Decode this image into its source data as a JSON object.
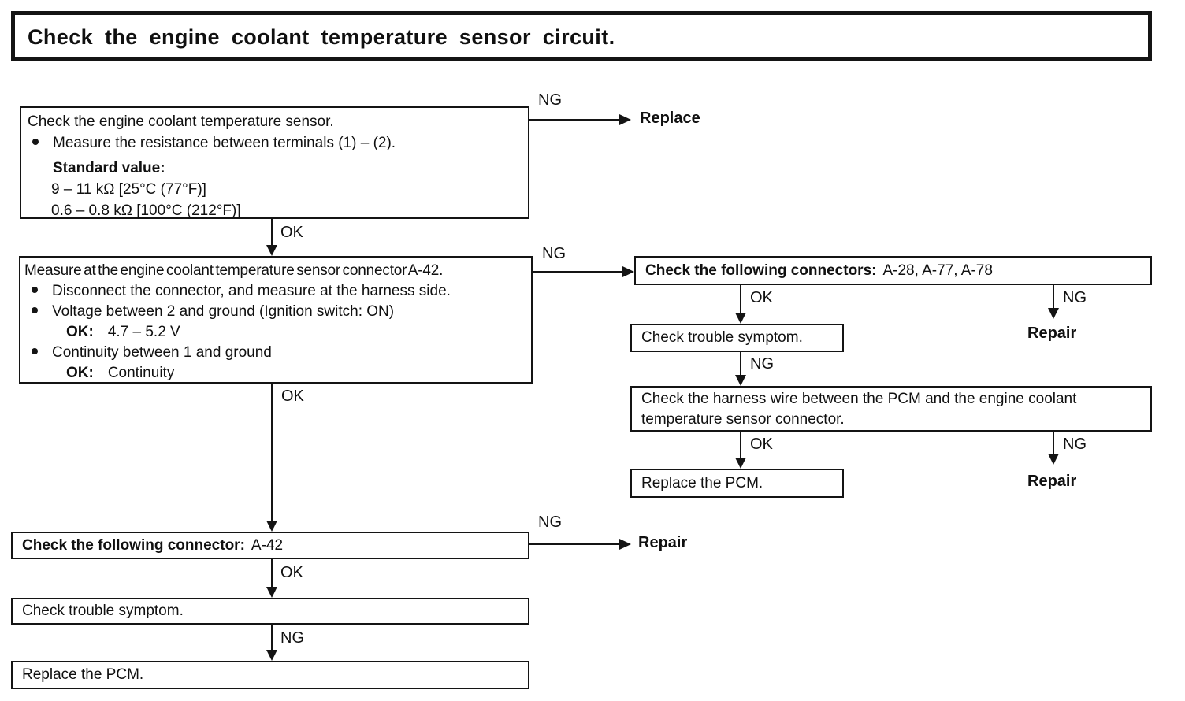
{
  "colors": {
    "ink": "#141414",
    "paper": "#ffffff"
  },
  "title": "Check the engine coolant temperature sensor circuit.",
  "labels": {
    "ok": "OK",
    "ng": "NG",
    "replace": "Replace",
    "repair": "Repair"
  },
  "boxes": {
    "check_sensor": {
      "line1": "Check the engine coolant temperature sensor.",
      "bullet1": "Measure the resistance between terminals (1) – (2).",
      "standard_label": "Standard value:",
      "value1": "9 – 11 kΩ [25°C (77°F)]",
      "value2": "0.6 – 0.8 kΩ [100°C (212°F)]"
    },
    "measure_connector": {
      "line1": "Measure at the engine coolant temperature sensor connector A-42.",
      "bullet1": "Disconnect the connector, and measure at the harness side.",
      "bullet2": "Voltage between 2 and ground (Ignition switch: ON)",
      "ok1_label": "OK:",
      "ok1_value": "4.7 – 5.2 V",
      "bullet3": "Continuity between 1 and ground",
      "ok2_label": "OK:",
      "ok2_value": "Continuity"
    },
    "check_connectors": {
      "label": "Check the following connectors:",
      "value": "A-28, A-77, A-78"
    },
    "check_trouble_symptom_right": "Check trouble symptom.",
    "harness_wire": "Check the harness wire between the PCM and the engine coolant temperature sensor  connector.",
    "replace_pcm_right": "Replace the PCM.",
    "check_connector": {
      "label": "Check the following connector:",
      "value": "A-42"
    },
    "check_trouble_symptom_left": "Check trouble symptom.",
    "replace_pcm_left": "Replace the PCM."
  }
}
